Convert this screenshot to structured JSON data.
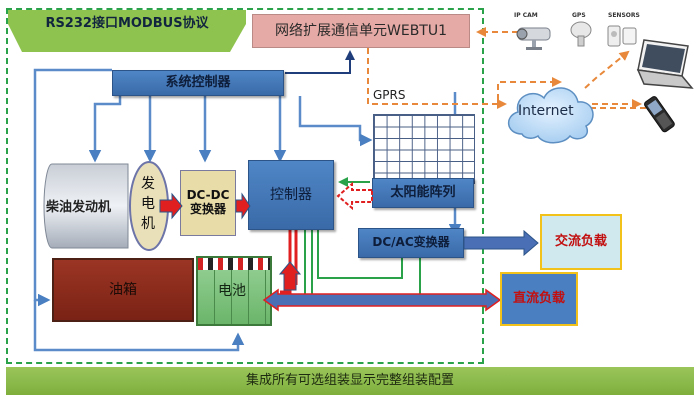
{
  "protocol_banner": "RS232接口MODBUS协议",
  "webtu_unit": "网络扩展通信单元WEBTU1",
  "system_controller": "系统控制器",
  "diesel_engine": "柴油发动机",
  "generator": "发电机",
  "dcdc_converter": "DC-DC变换器",
  "controller": "控制器",
  "solar_array": "太阳能阵列",
  "dcac_converter": "DC/AC变换器",
  "ac_load": "交流负载",
  "dc_load": "直流负载",
  "fuel_tank": "油箱",
  "battery": "电池",
  "gprs_label": "GPRS",
  "internet_label": "Internet",
  "ip_cam_label": "IP CAM",
  "gps_label": "GPS",
  "sensors_label": "SENSORS",
  "footer_text": "集成所有可选组装显示完整组装配置",
  "colors": {
    "footer_green": "#8db84a",
    "banner_green": "#8fc34f",
    "webtu_pink": "#e5aaa5",
    "dashed_border": "#2aa24a",
    "module_blue": "#4a7fc1",
    "fuel_red": "#8b2b1d",
    "battery_green": "#7fc27f",
    "load_yellow_border": "#f2c21a",
    "gprs_orange": "#e8883a"
  }
}
